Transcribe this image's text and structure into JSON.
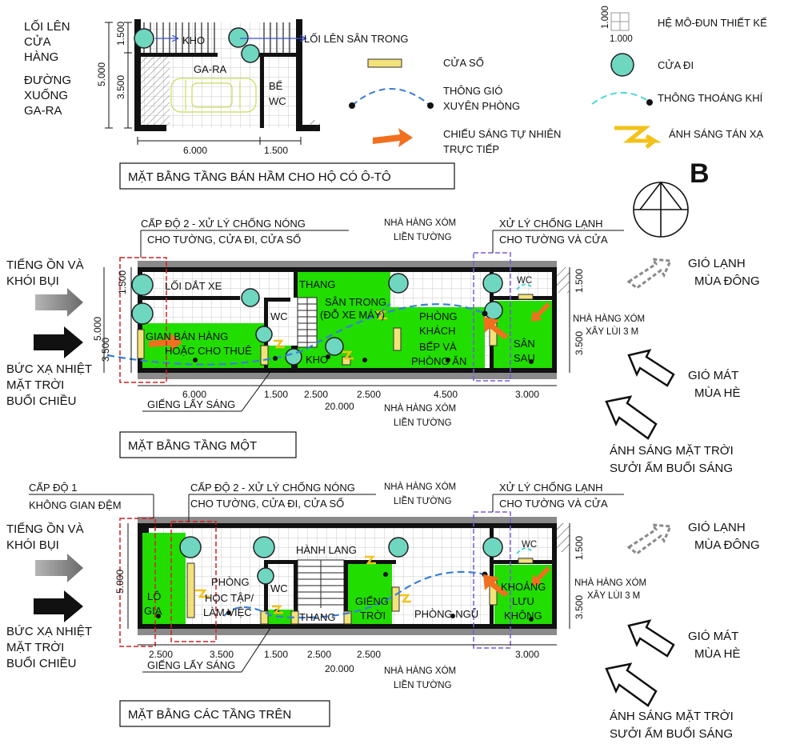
{
  "compass_letter": "B",
  "basement": {
    "title": "MẶT BẰNG TẦNG BÁN HẦM CHO HỘ CÓ Ô-TÔ",
    "label_left_1": [
      "LỐI LÊN",
      "CỬA",
      "HÀNG"
    ],
    "label_left_2": [
      "ĐƯỜNG",
      "XUỐNG",
      "GA-RA"
    ],
    "kho": "KHO",
    "lenoi": "LỐI LÊN SÂN TRONG",
    "gara": "GA-RA",
    "bewc": [
      "BỂ",
      "WC"
    ],
    "dims_left": [
      "1.500",
      "5.000",
      "3.500"
    ],
    "dims_bottom": [
      "6.000",
      "1.500"
    ]
  },
  "legend": {
    "module": "HỆ MÔ-ĐUN THIẾT KẾ",
    "module_v": "1.000",
    "module_h": "1.000",
    "window": "CỬA SỔ",
    "door": "CỬA ĐI",
    "cross_vent": [
      "THÔNG GIÓ",
      "XUYÊN PHÒNG"
    ],
    "air_vent": "THÔNG THOÁNG KHÍ",
    "direct_light": [
      "CHIẾU SÁNG TỰ NHIÊN",
      "TRỰC TIẾP"
    ],
    "diffuse_light": "ÁNH SÁNG TÁN XẠ"
  },
  "floor1": {
    "title": "MẶT BẰNG TẦNG MỘT",
    "lvl2_top": "CẤP ĐỘ 2 - XỬ LÝ CHỐNG NÓNG",
    "lvl2_bottom": "CHO TƯỜNG, CỬA ĐI, CỬA SỔ",
    "neighbor_top": [
      "NHÀ HÀNG XÓM",
      "LIỀN TƯỜNG"
    ],
    "cold_top": "XỬ LÝ CHỐNG LẠNH",
    "cold_bottom": "CHO TƯỜNG VÀ CỬA",
    "noise": [
      "TIẾNG ỒN VÀ",
      "KHÓI BỤI"
    ],
    "heat": [
      "BỨC XẠ NHIỆT",
      "MẶT TRỜI",
      "BUỔI CHIỀU"
    ],
    "rooms": {
      "loidatxe": "LỐI DẮT XE",
      "gian": [
        "GIAN BÁN HÀNG",
        "HOẶC CHO THUÊ"
      ],
      "wc": "WC",
      "kho": "KHO",
      "thang": "THANG",
      "santrong": [
        "SÂN TRONG",
        "(ĐỖ XE MÁY)"
      ],
      "phong": [
        "PHÒNG",
        "KHÁCH",
        "BẾP VÀ",
        "PHÒNG ĂN"
      ],
      "wc2": "WC",
      "sansau": [
        "SÂN",
        "SAU"
      ]
    },
    "neighbor_right": [
      "NHÀ HÀNG XÓM",
      "XÂY LÙI 3 M"
    ],
    "dims_left": [
      "1.500",
      "5.000",
      "3.500"
    ],
    "dims_right": [
      "1.500",
      "3.500"
    ],
    "dims_bottom": [
      "6.000",
      "1.500",
      "2.500",
      "2.500",
      "4.500",
      "3.000"
    ],
    "total": "20.000",
    "gieng": "GIẾNG LẤY SÁNG",
    "neighbor_bottom": [
      "NHÀ HÀNG XÓM",
      "LIỀN TƯỜNG"
    ]
  },
  "right_notes_1": {
    "cold_wind": [
      "GIÓ LẠNH",
      "MÙA ĐÔNG"
    ],
    "cool_wind": [
      "GIÓ MÁT",
      "MÙA HÈ"
    ],
    "sun": [
      "ÁNH SÁNG MẶT TRỜI",
      "SƯỞI ẤM BUỔI SÁNG"
    ]
  },
  "floor2": {
    "title": "MẶT BẰNG CÁC TẦNG TRÊN",
    "lvl1_top": "CẤP ĐỘ 1",
    "lvl1_bottom": "KHÔNG GIAN ĐỆM",
    "lvl2_top": "CẤP ĐỘ 2 - XỬ LÝ CHỐNG NÓNG",
    "lvl2_bottom": "CHO TƯỜNG, CỬA ĐI, CỬA SỔ",
    "neighbor_top": [
      "NHÀ HÀNG XÓM",
      "LIỀN TƯỜNG"
    ],
    "cold_top": "XỬ LÝ CHỐNG LẠNH",
    "cold_bottom": "CHO TƯỜNG VÀ CỬA",
    "noise": [
      "TIẾNG ỒN VÀ",
      "KHÓI BỤI"
    ],
    "heat": [
      "BỨC XẠ NHIỆT",
      "MẶT TRỜI",
      "BUỔI CHIỀU"
    ],
    "rooms": {
      "logia": [
        "LÔ",
        "GIA"
      ],
      "hoctap": [
        "PHÒNG",
        "HỌC TẬP/",
        "LÀM VIỆC"
      ],
      "hanhlang": "HÀNH LANG",
      "wc": "WC",
      "thang": "THANG",
      "gieng": [
        "GIẾNG",
        "TRỜI"
      ],
      "ngu": "PHÒNG NGỦ",
      "wc2": "WC",
      "khoang": [
        "KHOẢNG",
        "LƯU",
        "KHÔNG"
      ]
    },
    "neighbor_right": [
      "NHÀ HÀNG XÓM",
      "XÂY LÙI 3 M"
    ],
    "dims_left": "5.000",
    "dims_right": [
      "1.500",
      "3.500"
    ],
    "dims_bottom": [
      "2.500",
      "3.500",
      "1.500",
      "2.500",
      "2.500",
      "3.000"
    ],
    "total": "20.000",
    "gieng_bottom": "GIẾNG LẤY SÁNG",
    "neighbor_bottom": [
      "NHÀ HÀNG XÓM",
      "LIỀN TƯỜNG"
    ]
  },
  "right_notes_2": {
    "cold_wind": [
      "GIÓ LẠNH",
      "MÙA ĐÔNG"
    ],
    "cool_wind": [
      "GIÓ MÁT",
      "MÙA HÈ"
    ],
    "sun": [
      "ÁNH SÁNG MẶT TRỜI",
      "SƯỞI ẤM BUỔI SÁNG"
    ]
  },
  "colors": {
    "green": "#22dd00",
    "teal": "#6fd6c0",
    "red_dash": "#d42020",
    "purple_dash": "#7a5ad8",
    "blue_dash": "#3b7fd6",
    "orange": "#f07020",
    "yellow": "#f2c21a",
    "grid": "#c9c9c9",
    "wall": "#111111",
    "grey_wall": "#8a8a8a"
  }
}
